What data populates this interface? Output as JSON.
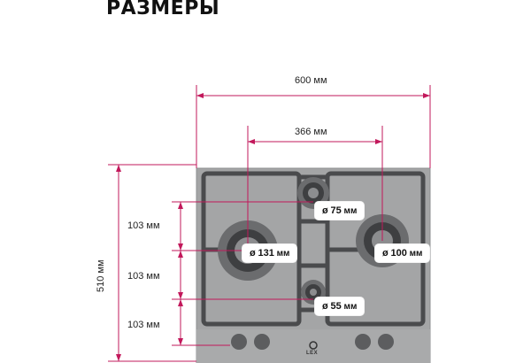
{
  "title": "РАЗМЕРЫ",
  "dimensions": {
    "width_total": "600 мм",
    "burner_spacing": "366 мм",
    "depth_total": "510 мм",
    "row1": "103 мм",
    "row2": "103 мм",
    "row3": "103 мм"
  },
  "burners": {
    "top": {
      "symbol": "ø",
      "size": "75",
      "unit": "мм"
    },
    "left": {
      "symbol": "ø",
      "size": "131",
      "unit": "мм"
    },
    "right": {
      "symbol": "ø",
      "size": "100",
      "unit": "мм"
    },
    "bottom": {
      "symbol": "ø",
      "size": "55",
      "unit": "мм"
    }
  },
  "brand_logo": "LEX",
  "colors": {
    "dimension_line": "#c2185b",
    "hob_surface": "#a4a5a6",
    "grate": "#4a4b4d"
  }
}
